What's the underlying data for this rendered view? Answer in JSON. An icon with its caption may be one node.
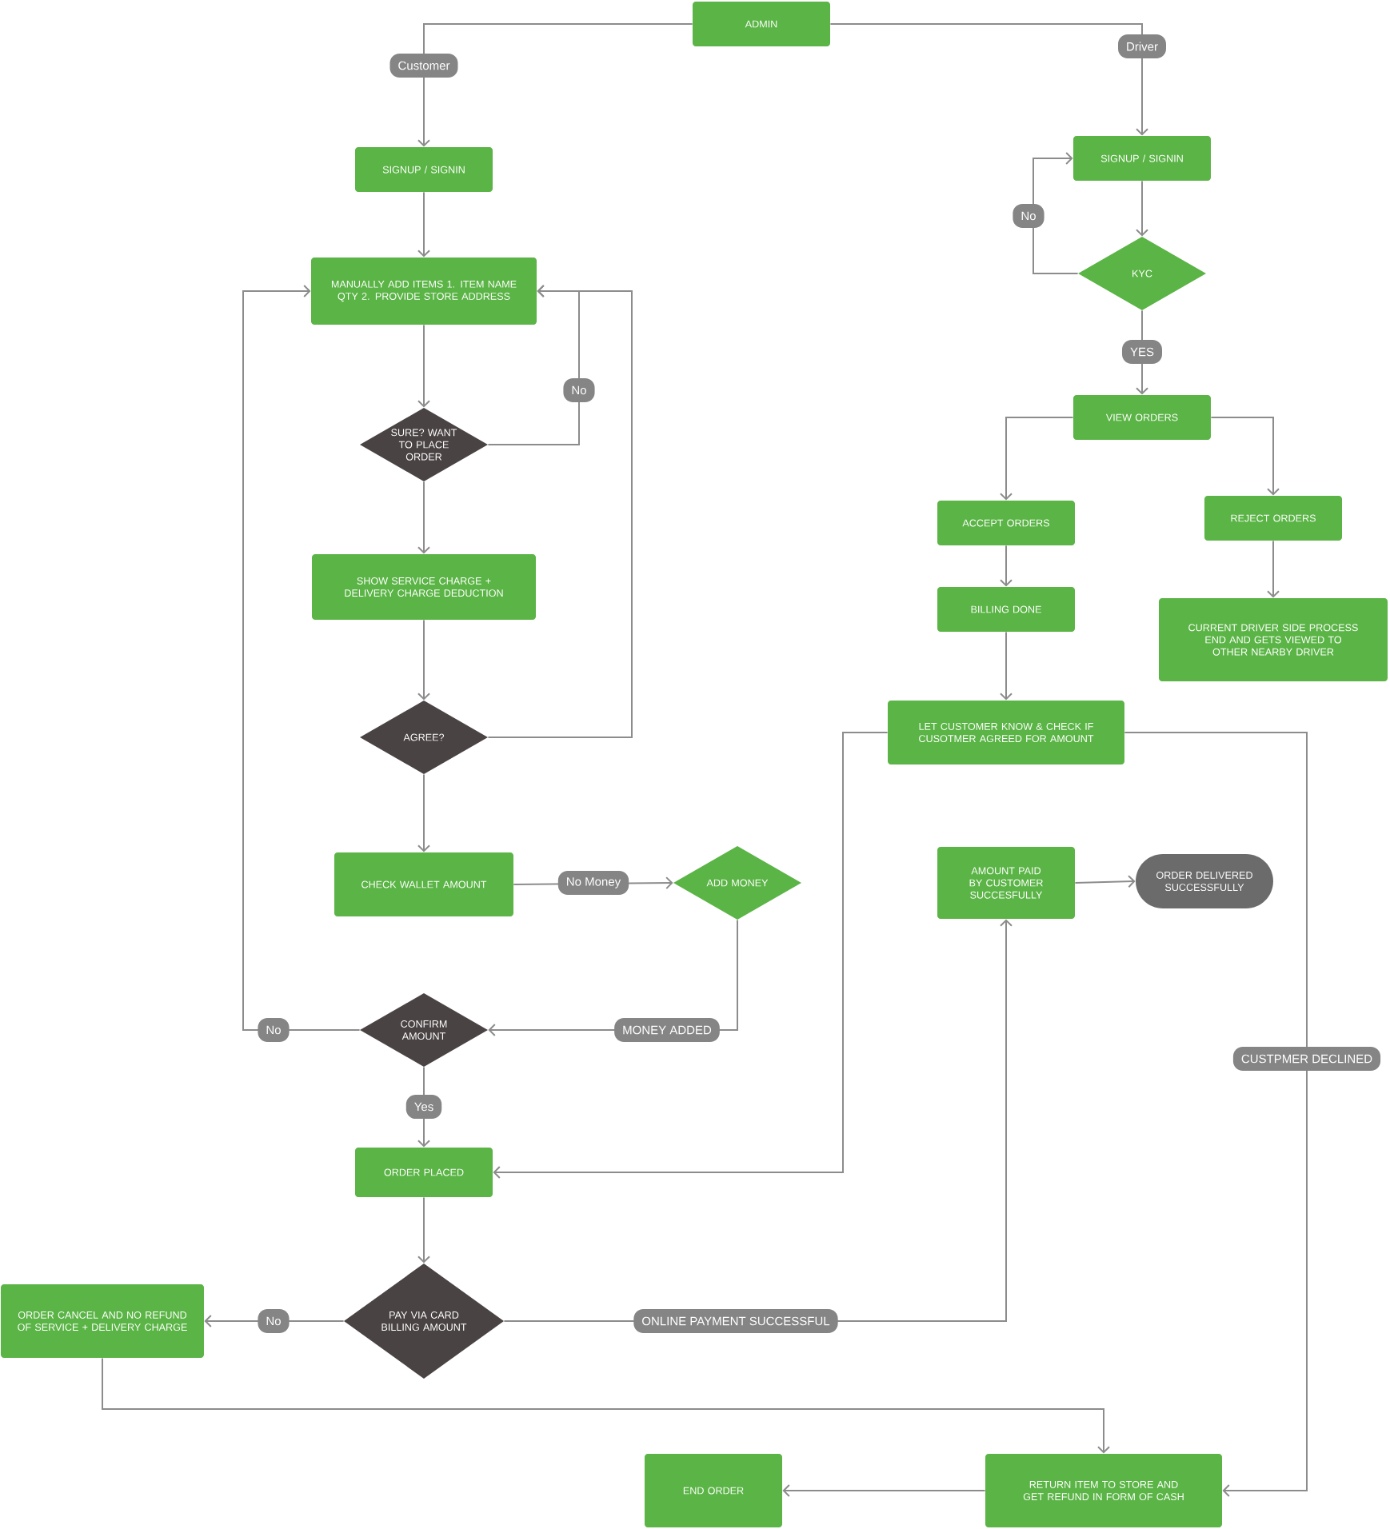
{
  "diagram": {
    "nodes": [
      {
        "text": [
          "ADMIN"
        ]
      },
      {
        "text": [
          "SIGNUP / SIGNIN"
        ]
      },
      {
        "text": [
          "MANUALLY ADD ITEMS 1. ITEM NAME QTY 2. PROVIDE STORE ADDRESS"
        ]
      },
      {
        "text": [
          "SURE? WANT TO PLACE ORDER"
        ]
      },
      {
        "text": [
          "SHOW SERVICE CHARGE + DELIVERY CHARGE DEDUCTION"
        ]
      },
      {
        "text": [
          "AGREE?"
        ]
      },
      {
        "text": [
          "CHECK WALLET AMOUNT"
        ]
      },
      {
        "text": [
          "ADD MONEY"
        ]
      },
      {
        "text": [
          "CONFIRM AMOUNT"
        ]
      },
      {
        "text": [
          "ORDER PLACED"
        ]
      },
      {
        "text": [
          "PAY VIA CARD BILLING AMOUNT"
        ]
      },
      {
        "text": [
          "ORDER CANCEL AND NO REFUND OF SERVICE + DELIVERY CHARGE"
        ]
      },
      {
        "text": [
          "SIGNUP / SIGNIN"
        ]
      },
      {
        "text": [
          "KYC"
        ]
      },
      {
        "text": [
          "VIEW ORDERS"
        ]
      },
      {
        "text": [
          "ACCEPT ORDERS"
        ]
      },
      {
        "text": [
          "REJECT ORDERS"
        ]
      },
      {
        "text": [
          "BILLING DONE"
        ]
      },
      {
        "text": [
          "CURRENT DRIVER SIDE PROCESS END AND GETS VIEWED TO OTHER NEARBY DRIVER"
        ]
      },
      {
        "text": [
          "LET CUSTOMER KNOW & CHECK IF CUSOTMER AGREED FOR AMOUNT"
        ]
      },
      {
        "text": [
          "AMOUNT PAID BY CUSTOMER SUCCESFULLY"
        ]
      },
      {
        "text": [
          "ORDER DELIVERED SUCCESSFULLY"
        ]
      },
      {
        "text": [
          "RETURN ITEM TO STORE AND GET REFUND IN FORM OF CASH"
        ]
      },
      {
        "text": [
          "END ORDER"
        ]
      }
    ],
    "edges": [
      {
        "from": 0,
        "to": 1,
        "arrow": "to",
        "label": "Customer"
      },
      {
        "from": 0,
        "to": 12,
        "arrow": "to",
        "label": "Driver"
      },
      {
        "from": 1,
        "to": 2,
        "arrow": "to"
      },
      {
        "from": 2,
        "to": 3,
        "arrow": "to"
      },
      {
        "from": 3,
        "to": 2,
        "arrow": "to",
        "label": "No"
      },
      {
        "from": 3,
        "to": 4,
        "arrow": "to"
      },
      {
        "from": 4,
        "to": 5,
        "arrow": "to"
      },
      {
        "from": 5,
        "to": 2,
        "arrow": "to"
      },
      {
        "from": 5,
        "to": 6,
        "arrow": "to"
      },
      {
        "from": 6,
        "to": 7,
        "arrow": "to",
        "label": "No Money"
      },
      {
        "from": 7,
        "to": 8,
        "arrow": "to",
        "label": "MONEY ADDED"
      },
      {
        "from": 8,
        "to": 2,
        "arrow": "to",
        "label": "No"
      },
      {
        "from": 8,
        "to": 9,
        "arrow": "to",
        "label": "Yes"
      },
      {
        "from": 9,
        "to": 10,
        "arrow": "to"
      },
      {
        "from": 10,
        "to": 11,
        "arrow": "to",
        "label": "No"
      },
      {
        "from": 10,
        "to": 20,
        "arrow": "to",
        "label": "ONLINE PAYMENT SUCCESSFUL"
      },
      {
        "from": 11,
        "to": 22,
        "arrow": "to"
      },
      {
        "from": 12,
        "to": 13,
        "arrow": "to"
      },
      {
        "from": 13,
        "to": 12,
        "arrow": "to",
        "label": "No"
      },
      {
        "from": 13,
        "to": 14,
        "arrow": "to",
        "label": "YES"
      },
      {
        "from": 14,
        "to": 15,
        "arrow": "to"
      },
      {
        "from": 14,
        "to": 16,
        "arrow": "to"
      },
      {
        "from": 15,
        "to": 17,
        "arrow": "to"
      },
      {
        "from": 16,
        "to": 18,
        "arrow": "to"
      },
      {
        "from": 17,
        "to": 19,
        "arrow": "to"
      },
      {
        "from": 19,
        "to": 9,
        "arrow": "to"
      },
      {
        "from": 19,
        "to": 22,
        "arrow": "to",
        "label": "CUSTPMER DECLINED"
      },
      {
        "from": 20,
        "to": 21,
        "arrow": "to"
      },
      {
        "from": 22,
        "to": 23,
        "arrow": "to"
      }
    ]
  }
}
